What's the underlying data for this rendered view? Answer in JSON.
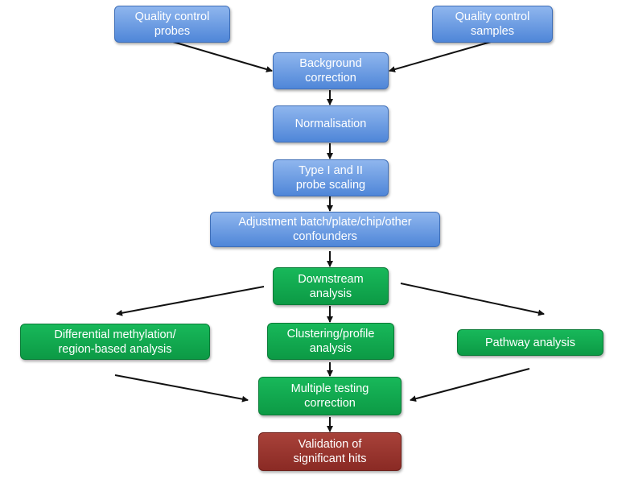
{
  "nodes": {
    "qc_probes": "Quality control\nprobes",
    "qc_samples": "Quality control\nsamples",
    "background": "Background\ncorrection",
    "normalisation": "Normalisation",
    "scaling": "Type I and II\nprobe scaling",
    "adjustment": "Adjustment batch/plate/chip/other\nconfounders",
    "downstream": "Downstream\nanalysis",
    "differential": "Differential methylation/\nregion-based analysis",
    "clustering": "Clustering/profile\nanalysis",
    "pathway": "Pathway analysis",
    "multiple": "Multiple testing\ncorrection",
    "validation": "Validation of\nsignificant hits"
  },
  "colors": {
    "preprocessing": "#5b8fdd",
    "analysis": "#10a84e",
    "validation": "#962f29",
    "arrow": "#111111"
  }
}
